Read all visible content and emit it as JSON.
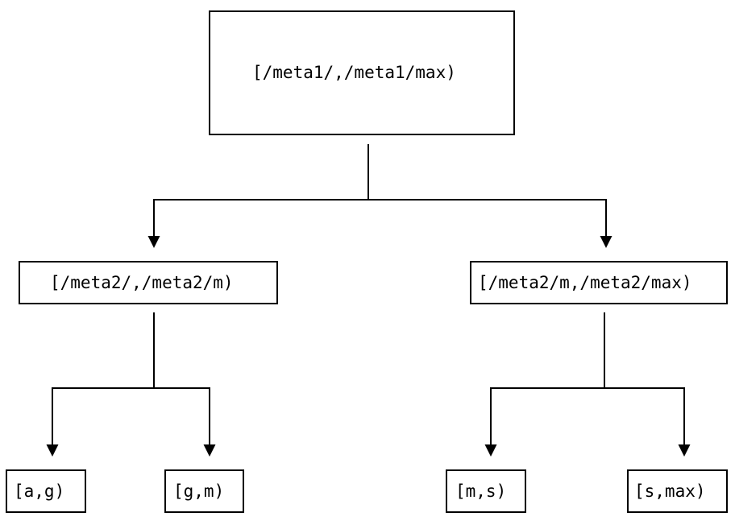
{
  "diagram": {
    "type": "tree",
    "colors": {
      "background": "#ffffff",
      "line": "#000000",
      "text": "#000000"
    },
    "tree": {
      "root": {
        "label": "[/meta1/,/meta1/max)"
      },
      "children": [
        {
          "label": "[/meta2/,/meta2/m)",
          "children": [
            {
              "label": "[a,g)"
            },
            {
              "label": "[g,m)"
            }
          ]
        },
        {
          "label": "[/meta2/m,/meta2/max)",
          "children": [
            {
              "label": "[m,s)"
            },
            {
              "label": "[s,max)"
            }
          ]
        }
      ]
    }
  }
}
